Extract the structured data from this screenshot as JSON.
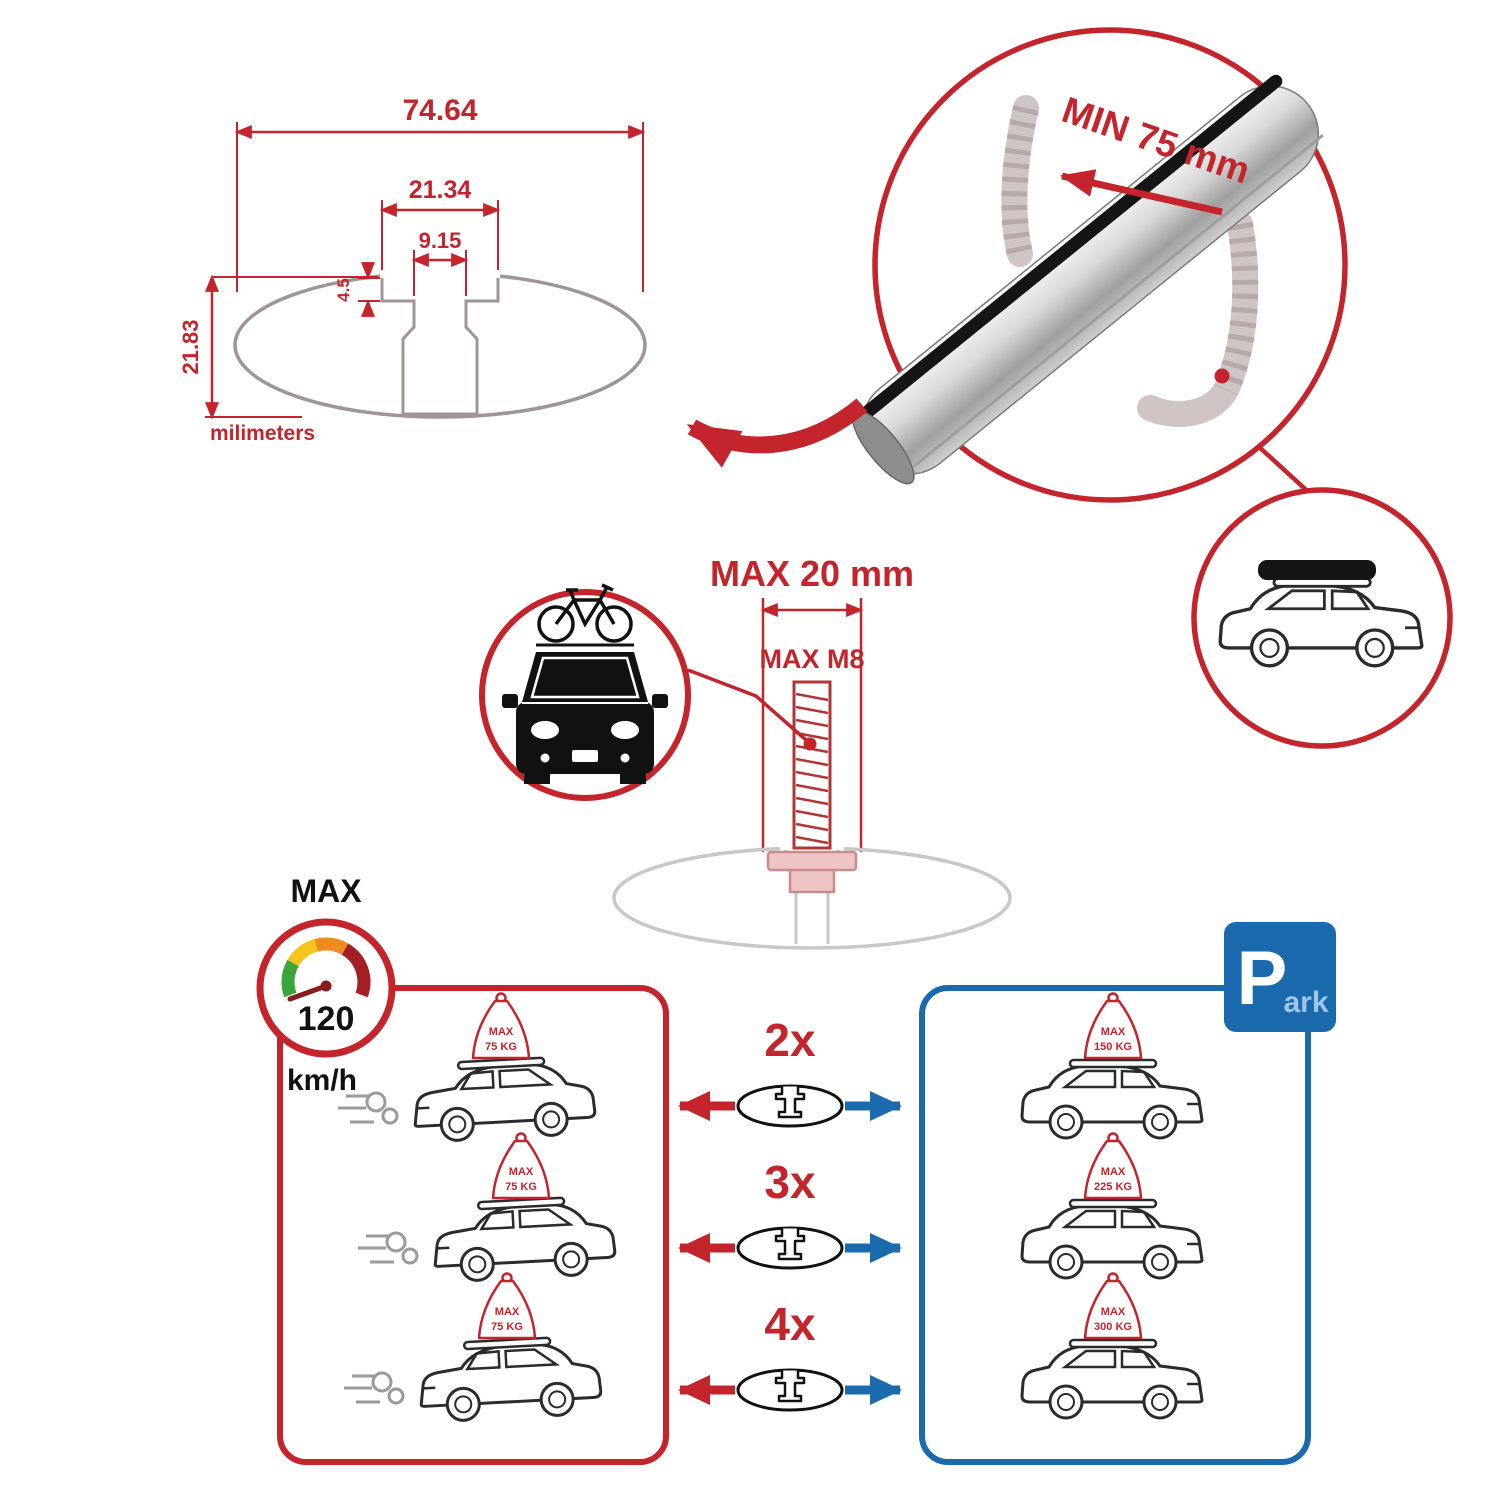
{
  "colors": {
    "accent_red": "#c4242b",
    "accent_blue": "#1a6aad",
    "profile_gray": "#a09596",
    "ghost_gray": "#c8c8c8"
  },
  "cross_section": {
    "width": "74.64",
    "slot_outer": "21.34",
    "slot_inner": "9.15",
    "lip_depth": "4.5",
    "height": "21.83",
    "units_label": "milimeters"
  },
  "bar_detail": {
    "clamp_min_label": "MIN 75 mm"
  },
  "bolt_detail": {
    "max_width_label": "MAX 20 mm",
    "max_thread_label": "MAX M8"
  },
  "speed_limit": {
    "title": "MAX",
    "value": "120",
    "unit": "km/h"
  },
  "parking_sign": {
    "letter": "P",
    "suffix": "ark"
  },
  "crossbar_options": [
    {
      "qty": "2x"
    },
    {
      "qty": "3x"
    },
    {
      "qty": "4x"
    }
  ],
  "driving_panel": {
    "cars": [
      {
        "tag_title": "MAX",
        "tag_weight": "75 KG"
      },
      {
        "tag_title": "MAX",
        "tag_weight": "75 KG"
      },
      {
        "tag_title": "MAX",
        "tag_weight": "75 KG"
      }
    ]
  },
  "parking_panel": {
    "cars": [
      {
        "tag_title": "MAX",
        "tag_weight": "150 KG"
      },
      {
        "tag_title": "MAX",
        "tag_weight": "225 KG"
      },
      {
        "tag_title": "MAX",
        "tag_weight": "300 KG"
      }
    ]
  }
}
